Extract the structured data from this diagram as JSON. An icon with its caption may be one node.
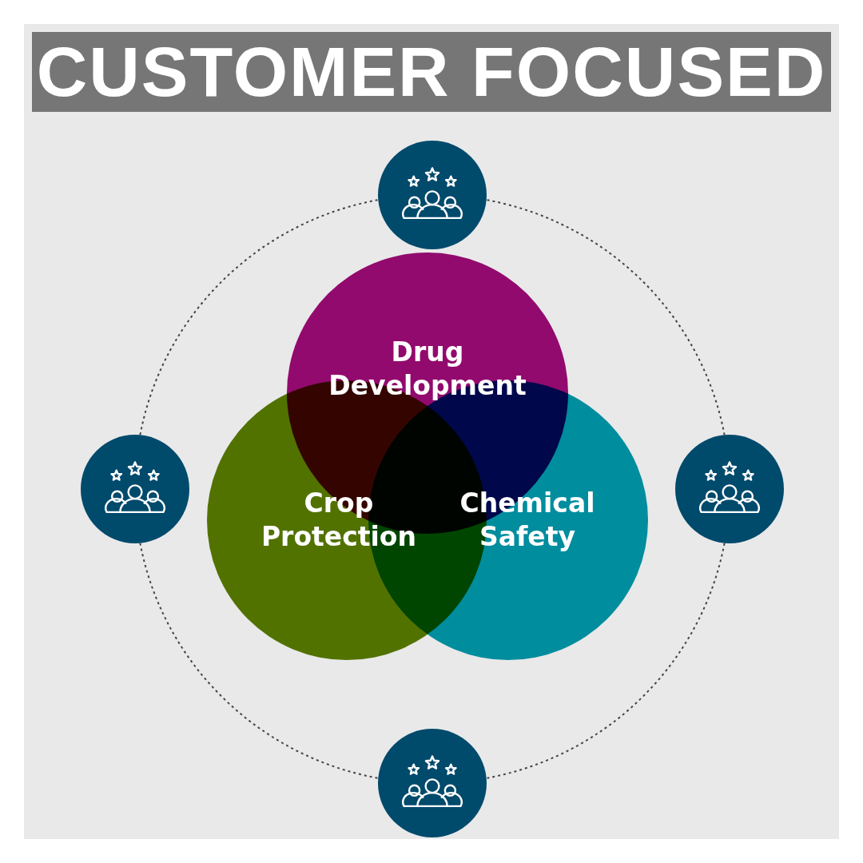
{
  "diagram": {
    "title": "CUSTOMER FOCUSED",
    "nodes": [
      {
        "text": [
          "Drug Development"
        ]
      },
      {
        "text": [
          "Crop Protection"
        ]
      },
      {
        "text": [
          "Chemical Safety"
        ]
      },
      {
        "text": [],
        "shape": "circle"
      },
      {
        "text": [],
        "shape": "circle"
      },
      {
        "text": [],
        "shape": "circle"
      },
      {
        "text": [],
        "shape": "circle"
      }
    ],
    "edges": [
      {
        "from": 3,
        "to": 5,
        "arrow": "none",
        "style": "dashed"
      },
      {
        "from": 5,
        "to": 6,
        "arrow": "none",
        "style": "dashed"
      },
      {
        "from": 6,
        "to": 4,
        "arrow": "none",
        "style": "dashed"
      },
      {
        "from": 4,
        "to": 3,
        "arrow": "none",
        "style": "dashed"
      }
    ]
  }
}
